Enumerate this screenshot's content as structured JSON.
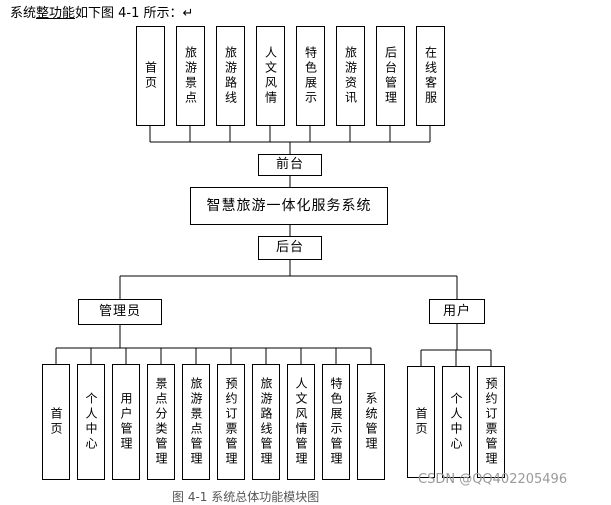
{
  "caption": {
    "prefix": "系统",
    "underlined": "整功能",
    "suffix": "如下图 4-1 所示：",
    "return_mark": "↵"
  },
  "top_row": [
    "首页",
    "旅游景点",
    "旅游路线",
    "人文风情",
    "特色展示",
    "旅游资讯",
    "后台管理",
    "在线客服"
  ],
  "frontend": "前台",
  "system_title": "智慧旅游一体化服务系统",
  "backend": "后台",
  "admin": {
    "label": "管理员",
    "items": [
      "首页",
      "个人中心",
      "用户管理",
      "景点分类管理",
      "旅游景点管理",
      "预约订票管理",
      "旅游路线管理",
      "人文风情管理",
      "特色展示管理",
      "系统管理"
    ]
  },
  "user": {
    "label": "用户",
    "items": [
      "首页",
      "个人中心",
      "预约订票管理"
    ]
  },
  "footer_caption": "图 4-1 系统总体功能模块图",
  "watermark": "CSDN @QQ402205496"
}
